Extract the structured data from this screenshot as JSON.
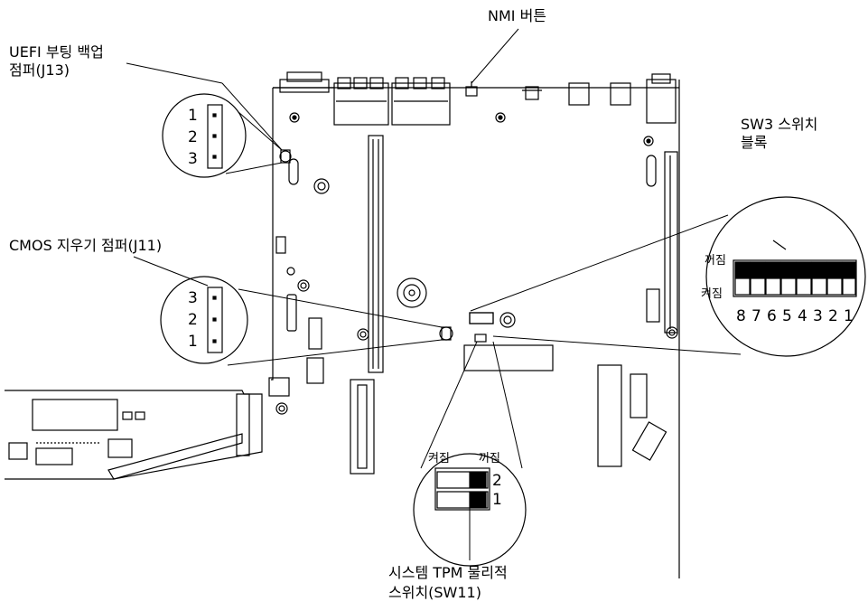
{
  "labels": {
    "nmi_button": "NMI 버튼",
    "uefi_line1": "UEFI 부팅 백업",
    "uefi_line2": "점퍼(J13)",
    "cmos": "CMOS 지우기 점퍼(J11)",
    "sw3_line1": "SW3 스위치",
    "sw3_line2": "블록",
    "tpm_line1": "시스템 TPM 물리적",
    "tpm_line2": "스위치(SW11)"
  },
  "uefi_pins": [
    "1",
    "2",
    "3"
  ],
  "cmos_pins": [
    "3",
    "2",
    "1"
  ],
  "sw3": {
    "off_label": "꺼짐",
    "on_label": "켜짐",
    "switch_numbers": [
      "8",
      "7",
      "6",
      "5",
      "4",
      "3",
      "2",
      "1"
    ]
  },
  "sw11": {
    "on_label": "켜짐",
    "off_label": "꺼짐",
    "switch_numbers": [
      "2",
      "1"
    ]
  }
}
